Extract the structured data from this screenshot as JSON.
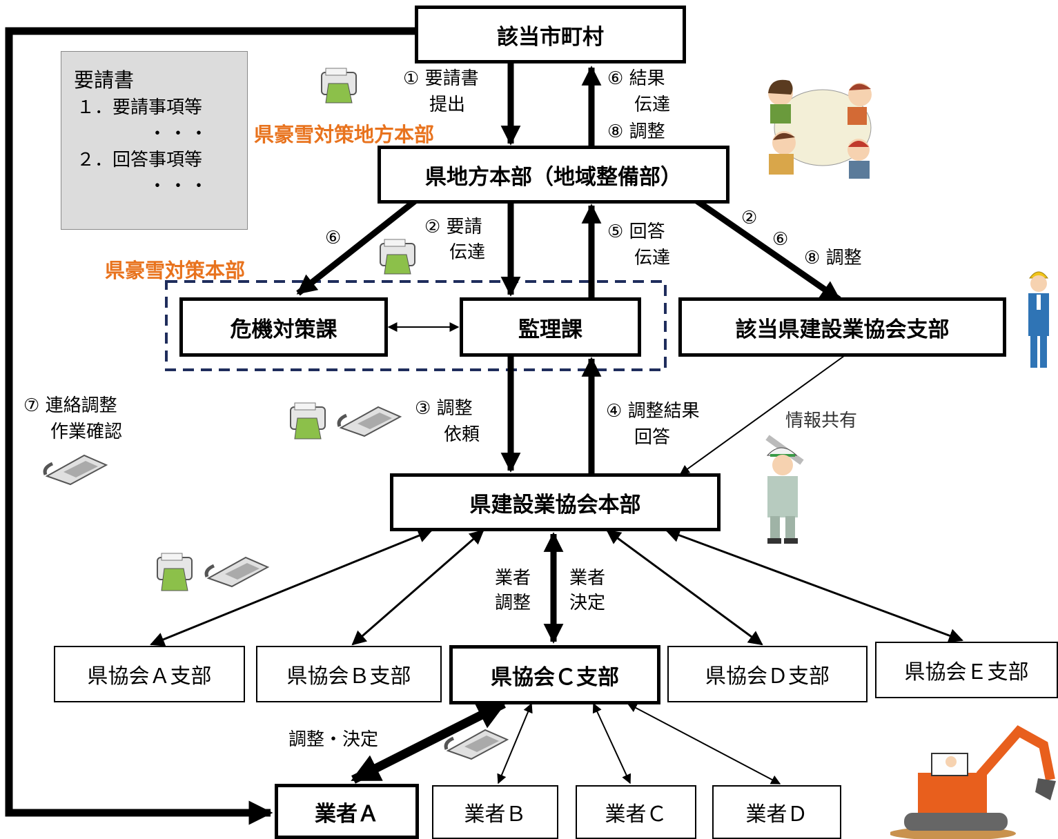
{
  "nodes": {
    "municipality": "該当市町村",
    "regional_hq": "県地方本部（地域整備部）",
    "crisis_division": "危機対策課",
    "supervision_division": "監理課",
    "local_branch": "該当県建設業協会支部",
    "association_hq": "県建設業協会本部",
    "branch_a": "県協会Ａ支部",
    "branch_b": "県協会Ｂ支部",
    "branch_c": "県協会Ｃ支部",
    "branch_d": "県協会Ｄ支部",
    "branch_e": "県協会Ｅ支部",
    "contractor_a": "業者Ａ",
    "contractor_b": "業者Ｂ",
    "contractor_c": "業者Ｃ",
    "contractor_d": "業者Ｄ"
  },
  "headquarters_labels": {
    "regional_snow_hq": "県豪雪対策地方本部",
    "snow_hq": "県豪雪対策本部"
  },
  "request_doc": {
    "title": "要請書",
    "item1": "１．要請事項等",
    "dots1": "・・・",
    "item2": "２．回答事項等",
    "dots2": "・・・"
  },
  "edge_labels": {
    "e1_line1": "① 要請書",
    "e1_line2": "提出",
    "e6_top_line1": "⑥ 結果",
    "e6_top_line2": "伝達",
    "e8_top": "⑧ 調整",
    "e6_left": "⑥",
    "e2_line1": "② 要請",
    "e2_line2": "伝達",
    "e5_line1": "⑤ 回答",
    "e5_line2": "伝達",
    "e2_right": "②",
    "e6_right": "⑥",
    "e8_right": "⑧ 調整",
    "e3_line1": "③ 調整",
    "e3_line2": "依頼",
    "e4_line1": "④ 調整結果",
    "e4_line2": "回答",
    "e7_line1": "⑦ 連絡調整",
    "e7_line2": "作業確認",
    "info_share": "情報共有",
    "contractor_coord_line1": "業者",
    "contractor_coord_line2": "調整",
    "contractor_decide_line1": "業者",
    "contractor_decide_line2": "決定",
    "coord_decide": "調整・決定"
  },
  "icons": [
    "fax-icon",
    "telephone-icon",
    "meeting-people-icon",
    "worker-icon",
    "construction-worker-icon",
    "excavator-icon"
  ],
  "colors": {
    "headquarters_label": "#e8731e",
    "snow_hq_dashed_border": "#1f2d5c",
    "request_doc_bg": "#dcdcdc"
  }
}
